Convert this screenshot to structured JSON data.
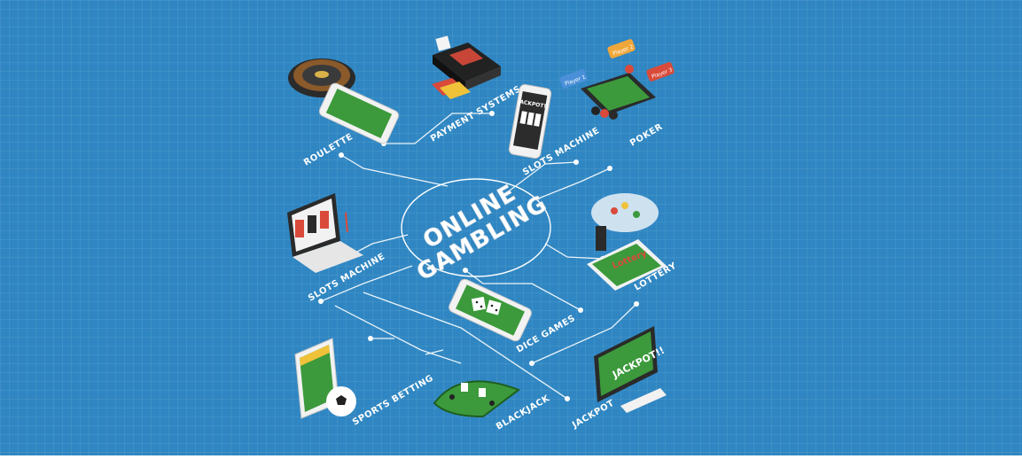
{
  "title": {
    "line1": "ONLINE",
    "line2": "GAMBLING"
  },
  "nodes": {
    "roulette": "ROULETTE",
    "payment_systems": "PAYMENT SYSTEMS",
    "slots_machine_phone": "SLOTS MACHINE",
    "poker": "POKER",
    "slots_machine_laptop": "SLOTS MACHINE",
    "lottery": "LOTTERY",
    "dice_games": "DICE GAMES",
    "sports_betting": "SPORTS BETTING",
    "blackjack": "BLACKJACK",
    "jackpot": "JACKPOT"
  },
  "decor": {
    "jackpot_phone_text": "JACKPOT!!",
    "jackpot_screen_text": "JACKPOT!!",
    "lottery_ticket_text": "Lottery",
    "poker_player1": "Player 1",
    "poker_player2": "Player 2",
    "poker_player3": "Player 3"
  },
  "colors": {
    "background": "#2f86c2",
    "line": "#ffffff",
    "felt_green": "#3c9a3c"
  }
}
